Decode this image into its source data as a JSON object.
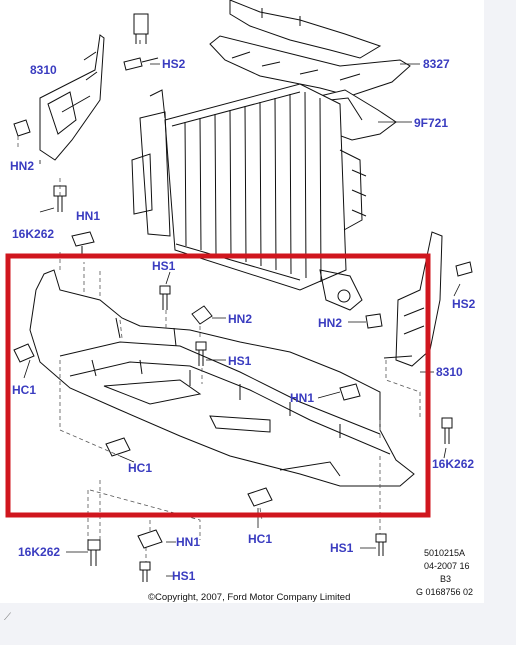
{
  "labels": {
    "l8310a": "8310",
    "lHS2a": "HS2",
    "l8327": "8327",
    "l9F721": "9F721",
    "lHN2a": "HN2",
    "l16K262a": "16K262",
    "lHN1a": "HN1",
    "lHS1a": "HS1",
    "lHN2b": "HN2",
    "lHS1b": "HS1",
    "lHC1a": "HC1",
    "lHN1b": "HN1",
    "lHC1b": "HC1",
    "lHN2c": "HN2",
    "lHS2b": "HS2",
    "l8310b": "8310",
    "l16K262b": "16K262",
    "lHC1c": "HC1",
    "l16K262c": "16K262",
    "lHN1c": "HN1",
    "lHS1c": "HS1",
    "lHS1d": "HS1"
  },
  "meta": {
    "code": "5010215A",
    "date": "04-2007 16",
    "rev": "B3",
    "ref": "G 0168756 02"
  },
  "copyright": "©Copyright, 2007, Ford Motor Company Limited",
  "highlight_color": "#d0161e",
  "label_color": "#3a3cc0"
}
